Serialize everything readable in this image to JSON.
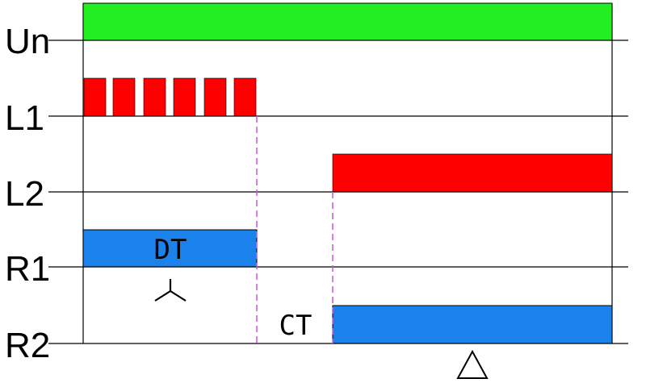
{
  "colors": {
    "supply": "#22ee22",
    "load": "#ff0000",
    "relay": "#1a82ea",
    "divider": "#cc55dd",
    "axis": "#000000"
  },
  "rows": {
    "un": "Un",
    "l1": "L1",
    "l2": "L2",
    "r1": "R1",
    "r2": "R2"
  },
  "labels": {
    "dt": "DT",
    "ct": "CT"
  },
  "icons": {
    "star": "star-wye-connection-icon",
    "delta": "delta-connection-icon"
  }
}
